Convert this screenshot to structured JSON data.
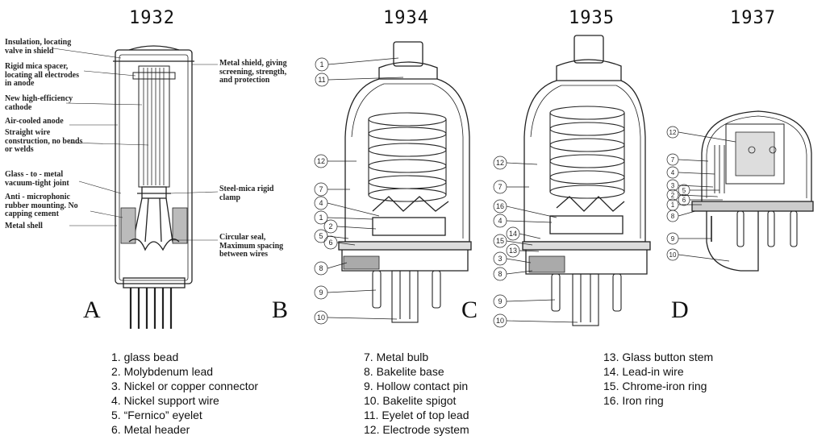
{
  "years": [
    "1932",
    "1934",
    "1935",
    "1937"
  ],
  "panel_letters": [
    "A",
    "B",
    "C",
    "D"
  ],
  "annotations_left": [
    "Insulation, locating valve in shield",
    "Rigid mica spacer, locating all electrodes in anode",
    "New high-efficiency cathode",
    "Air-cooled anode",
    "Straight wire construction, no bends or welds",
    "Glass - to - metal vacuum-tight joint",
    "Anti - microphonic rubber mounting. No capping cement",
    "Metal shell"
  ],
  "annotations_right": [
    "Metal shield, giving screening, strength, and protection",
    "Steel-mica rigid clamp",
    "Circular seal, Maximum spacing between wires"
  ],
  "callouts_B": [
    "1",
    "11",
    "12",
    "7",
    "4",
    "1",
    "2",
    "5",
    "6",
    "8",
    "9",
    "10"
  ],
  "callouts_C": [
    "12",
    "7",
    "16",
    "4",
    "14",
    "15",
    "13",
    "3",
    "8",
    "9",
    "10"
  ],
  "callouts_D": [
    "12",
    "7",
    "4",
    "3",
    "2",
    "1",
    "5",
    "6",
    "8",
    "9",
    "10"
  ],
  "legend": {
    "col1": [
      "1. glass bead",
      "2. Molybdenum lead",
      "3. Nickel or copper connector",
      "4. Nickel support wire",
      "5. “Fernico” eyelet",
      "6. Metal header"
    ],
    "col2": [
      "7. Metal bulb",
      "8. Bakelite base",
      "9. Hollow contact pin",
      "10. Bakelite spigot",
      "11. Eyelet of top lead",
      "12. Electrode system"
    ],
    "col3": [
      "13. Glass button stem",
      "14. Lead-in wire",
      "15. Chrome-iron ring",
      "16. Iron  ring"
    ]
  }
}
